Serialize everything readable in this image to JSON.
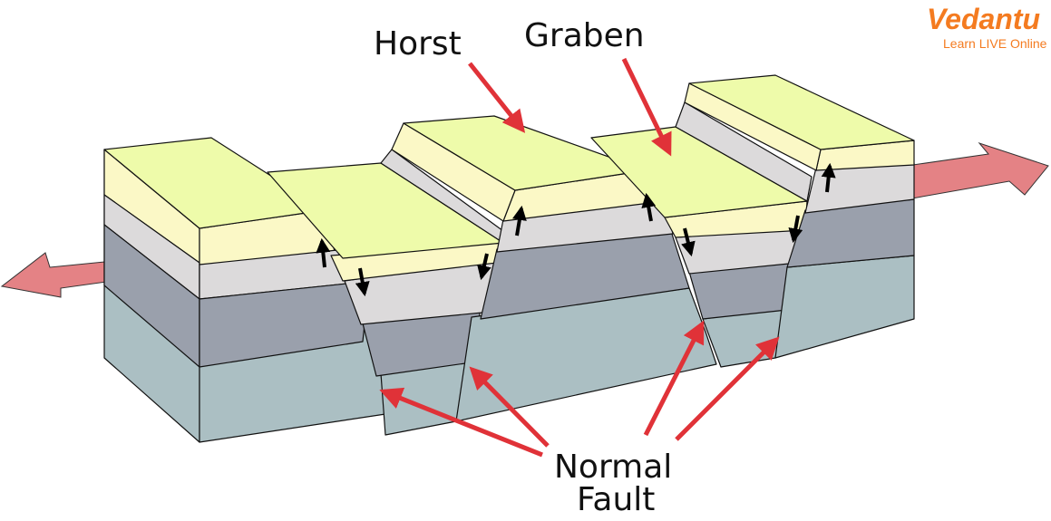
{
  "labels": {
    "horst": "Horst",
    "graben": "Graben",
    "normal": "Normal",
    "fault": "Fault"
  },
  "logo": {
    "name": "Vedantu",
    "tagline": "Learn LIVE Online"
  },
  "colors": {
    "top_surface": "#eefbaa",
    "layer_cream": "#fbf8c6",
    "layer_light_gray": "#dcdadb",
    "layer_slate": "#9aa0ac",
    "layer_teal_gray": "#abbfc3",
    "tension_arrow": "#e48285",
    "pointer_arrow": "#e03238",
    "motion_arrow": "#000000",
    "logo_orange": "#f47b20"
  }
}
